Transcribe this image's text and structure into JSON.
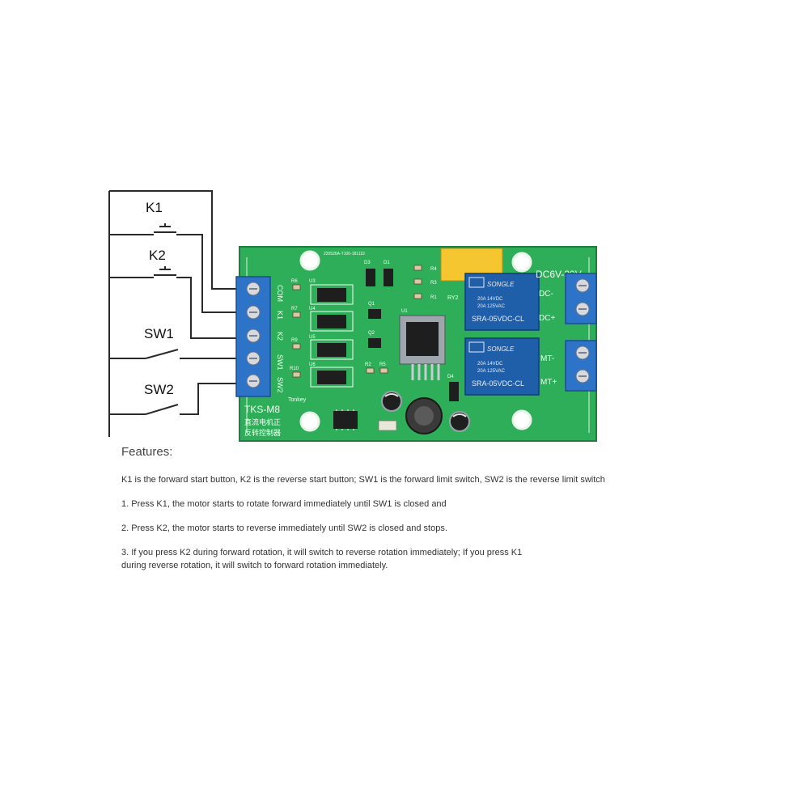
{
  "wiring": {
    "k1": "K1",
    "k2": "K2",
    "sw1": "SW1",
    "sw2": "SW2"
  },
  "board": {
    "model": "TKS-M8",
    "cn_title_1": "直流电机正",
    "cn_title_2": "反转控制器",
    "brand": "Tonkey",
    "serial": "220526A-T100-181119",
    "voltage": "DC6V-30V",
    "dc_minus": "DC-",
    "dc_plus": "DC+",
    "mt_minus": "MT-",
    "mt_plus": "MT+",
    "pins": [
      "COM",
      "K1",
      "K2",
      "SW1",
      "SW2"
    ],
    "ry2": "RY2",
    "refs": {
      "u1": "U1",
      "u3": "U3",
      "u4": "U4",
      "u5": "U5",
      "u6": "U6",
      "d1": "D1",
      "d3": "D3",
      "d4": "D4",
      "q1": "Q1",
      "q2": "Q2",
      "r1": "R1",
      "r2": "R2",
      "r3": "R3",
      "r4": "R4",
      "r5": "R5",
      "r6": "R6",
      "r7": "R7",
      "r9": "R9",
      "r10": "R10"
    },
    "relay": {
      "brand": "SONGLE",
      "spec1": "20A 14VDC",
      "spec2": "20A 125VAC",
      "model": "SRA-05VDC-CL"
    }
  },
  "features": {
    "heading": "Features:",
    "desc": "K1 is the forward start button, K2 is the reverse start button; SW1 is the forward limit switch, SW2 is the reverse limit switch",
    "item1": "1. Press K1, the motor starts to rotate forward immediately until SW1 is closed and",
    "item2": "2. Press K2, the motor starts to reverse immediately until SW2 is closed and stops.",
    "item3_line1": "3. If you press K2 during forward rotation, it will switch to reverse rotation immediately; If you press K1",
    "item3_line2": "during reverse rotation, it will switch to forward rotation immediately."
  }
}
